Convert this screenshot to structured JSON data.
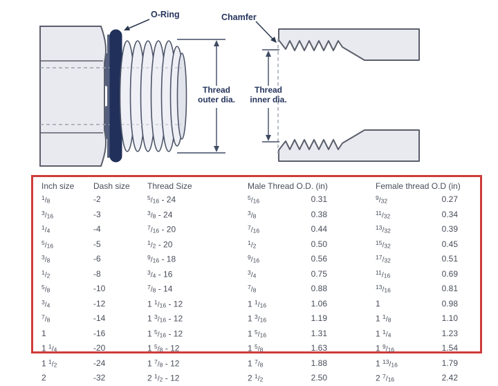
{
  "diagram": {
    "labels": {
      "oring": "O-Ring",
      "chamfer": "Chamfer",
      "thread_outer": "Thread outer dia.",
      "thread_inner": "Thread inner dia."
    }
  },
  "table": {
    "headers": {
      "inch": "Inch size",
      "dash": "Dash size",
      "thread": "Thread Size",
      "male": "Male Thread O.D. (in)",
      "female": "Female thread O.D (in)"
    },
    "rows": [
      {
        "inch": "1/8",
        "dash": "-2",
        "thread": "5/16 - 24",
        "male_frac": "5/16",
        "male_od": "0.31",
        "female_frac": "9/32",
        "female_od": "0.27"
      },
      {
        "inch": "3/16",
        "dash": "-3",
        "thread": "3/8 - 24",
        "male_frac": "3/8",
        "male_od": "0.38",
        "female_frac": "11/32",
        "female_od": "0.34"
      },
      {
        "inch": "1/4",
        "dash": "-4",
        "thread": "7/16 - 20",
        "male_frac": "7/16",
        "male_od": "0.44",
        "female_frac": "13/32",
        "female_od": "0.39"
      },
      {
        "inch": "5/16",
        "dash": "-5",
        "thread": "1/2 - 20",
        "male_frac": "1/2",
        "male_od": "0.50",
        "female_frac": "15/32",
        "female_od": "0.45"
      },
      {
        "inch": "3/8",
        "dash": "-6",
        "thread": "9/16 - 18",
        "male_frac": "9/16",
        "male_od": "0.56",
        "female_frac": "17/32",
        "female_od": "0.51"
      },
      {
        "inch": "1/2",
        "dash": "-8",
        "thread": "3/4 - 16",
        "male_frac": "3/4",
        "male_od": "0.75",
        "female_frac": "11/16",
        "female_od": "0.69"
      },
      {
        "inch": "5/8",
        "dash": "-10",
        "thread": "7/8 - 14",
        "male_frac": "7/8",
        "male_od": "0.88",
        "female_frac": "13/16",
        "female_od": "0.81"
      },
      {
        "inch": "3/4",
        "dash": "-12",
        "thread": "1 1/16 - 12",
        "male_frac": "1 1/16",
        "male_od": "1.06",
        "female_frac": "1",
        "female_od": "0.98"
      },
      {
        "inch": "7/8",
        "dash": "-14",
        "thread": "1 3/16 - 12",
        "male_frac": "1 3/16",
        "male_od": "1.19",
        "female_frac": "1 1/8",
        "female_od": "1.10"
      },
      {
        "inch": "1",
        "dash": "-16",
        "thread": "1 5/16 - 12",
        "male_frac": "1 5/16",
        "male_od": "1.31",
        "female_frac": "1 1/4",
        "female_od": "1.23"
      },
      {
        "inch": "1 1/4",
        "dash": "-20",
        "thread": "1 5/8 - 12",
        "male_frac": "1 5/8",
        "male_od": "1.63",
        "female_frac": "1 9/16",
        "female_od": "1.54"
      },
      {
        "inch": "1 1/2",
        "dash": "-24",
        "thread": "1 7/8 - 12",
        "male_frac": "1 7/8",
        "male_od": "1.88",
        "female_frac": "1 13/16",
        "female_od": "1.79"
      },
      {
        "inch": "2",
        "dash": "-32",
        "thread": "2 1/2 - 12",
        "male_frac": "2 1/2",
        "male_od": "2.50",
        "female_frac": "2 7/16",
        "female_od": "2.42"
      }
    ]
  },
  "colors": {
    "table_border_red": "#cf3b3b",
    "label_navy": "#26355c",
    "oring_navy": "#20305a",
    "metal_fill": "#e9eaf0",
    "outline_gray": "#5a5f6b",
    "table_text": "#474c59"
  }
}
